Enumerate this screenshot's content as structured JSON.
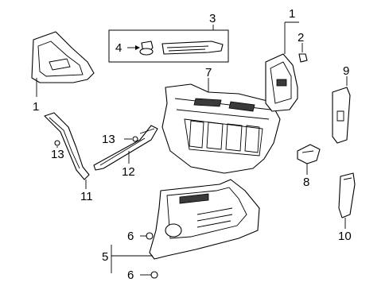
{
  "callouts": {
    "c1_left": "1",
    "c1_right": "1",
    "c2": "2",
    "c3": "3",
    "c4": "4",
    "c5": "5",
    "c6_top": "6",
    "c6_bottom": "6",
    "c7": "7",
    "c8": "8",
    "c9": "9",
    "c10": "10",
    "c11": "11",
    "c12": "12",
    "c13_left": "13",
    "c13_mid": "13"
  },
  "colors": {
    "line": "#000000",
    "background": "#ffffff"
  }
}
